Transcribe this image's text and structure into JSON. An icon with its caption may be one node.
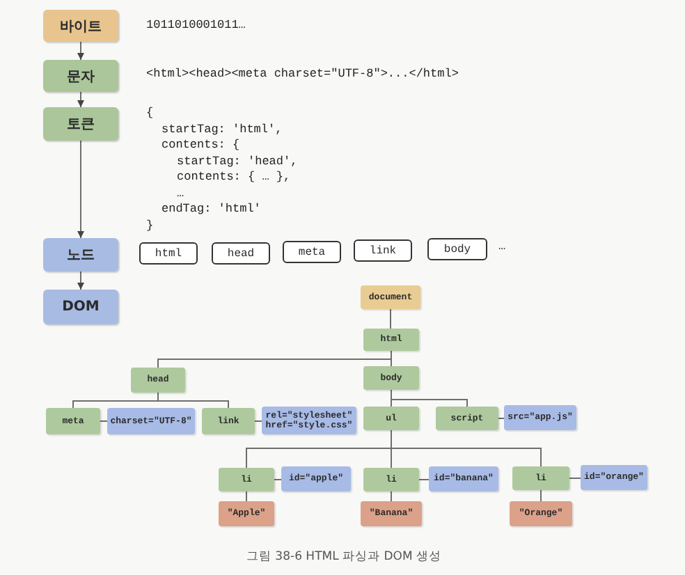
{
  "diagram": {
    "caption": "그림 38-6 HTML 파싱과 DOM 생성",
    "nodes": [
      {
        "text": [
          "바이트"
        ],
        "beside": [
          "1011010001011…"
        ]
      },
      {
        "text": [
          "문자"
        ],
        "beside": [
          "<html><head><meta charset=\"UTF-8\">...</html>"
        ]
      },
      {
        "text": [
          "토큰"
        ],
        "beside": [
          "{",
          "startTag: 'html',",
          "contents: {",
          "startTag: 'head',",
          "contents: { … },",
          "…",
          "endTag: 'html'",
          "}"
        ]
      },
      {
        "text": [
          "노드"
        ]
      },
      {
        "text": [
          "html"
        ]
      },
      {
        "text": [
          "head"
        ]
      },
      {
        "text": [
          "meta"
        ]
      },
      {
        "text": [
          "link"
        ]
      },
      {
        "text": [
          "body"
        ]
      },
      {
        "text": [
          "DOM"
        ]
      },
      {
        "text": [
          "document"
        ]
      },
      {
        "text": [
          "html"
        ]
      },
      {
        "text": [
          "head"
        ]
      },
      {
        "text": [
          "body"
        ]
      },
      {
        "text": [
          "meta"
        ]
      },
      {
        "text": [
          "charset=\"UTF-8\""
        ]
      },
      {
        "text": [
          "link"
        ]
      },
      {
        "text": [
          "rel=\"stylesheet\" href=\"style.css\""
        ]
      },
      {
        "text": [
          "ul"
        ]
      },
      {
        "text": [
          "script"
        ]
      },
      {
        "text": [
          "src=\"app.js\""
        ]
      },
      {
        "text": [
          "li"
        ]
      },
      {
        "text": [
          "id=\"apple\""
        ]
      },
      {
        "text": [
          "li"
        ]
      },
      {
        "text": [
          "id=\"banana\""
        ]
      },
      {
        "text": [
          "li"
        ]
      },
      {
        "text": [
          "id=\"orange\""
        ]
      },
      {
        "text": [
          "\"Apple\""
        ]
      },
      {
        "text": [
          "\"Banana\""
        ]
      },
      {
        "text": [
          "\"Orange\""
        ]
      }
    ],
    "edges": [
      {
        "from": 0,
        "to": 1,
        "arrow": "to"
      },
      {
        "from": 1,
        "to": 2,
        "arrow": "to"
      },
      {
        "from": 2,
        "to": 3,
        "arrow": "to"
      },
      {
        "from": 3,
        "to": 9,
        "arrow": "to"
      },
      {
        "from": 10,
        "to": 11,
        "arrow": "none"
      },
      {
        "from": 11,
        "to": 12,
        "arrow": "none"
      },
      {
        "from": 11,
        "to": 13,
        "arrow": "none"
      },
      {
        "from": 12,
        "to": 14,
        "arrow": "none"
      },
      {
        "from": 12,
        "to": 16,
        "arrow": "none"
      },
      {
        "from": 14,
        "to": 15,
        "arrow": "none"
      },
      {
        "from": 16,
        "to": 17,
        "arrow": "none"
      },
      {
        "from": 13,
        "to": 18,
        "arrow": "none"
      },
      {
        "from": 13,
        "to": 19,
        "arrow": "none"
      },
      {
        "from": 19,
        "to": 20,
        "arrow": "none"
      },
      {
        "from": 18,
        "to": 21,
        "arrow": "none"
      },
      {
        "from": 18,
        "to": 23,
        "arrow": "none"
      },
      {
        "from": 18,
        "to": 25,
        "arrow": "none"
      },
      {
        "from": 21,
        "to": 22,
        "arrow": "none"
      },
      {
        "from": 23,
        "to": 24,
        "arrow": "none"
      },
      {
        "from": 25,
        "to": 26,
        "arrow": "none"
      },
      {
        "from": 21,
        "to": 27,
        "arrow": "none"
      },
      {
        "from": 23,
        "to": 28,
        "arrow": "none"
      },
      {
        "from": 25,
        "to": 29,
        "arrow": "none"
      }
    ],
    "labels": [
      "…"
    ]
  }
}
